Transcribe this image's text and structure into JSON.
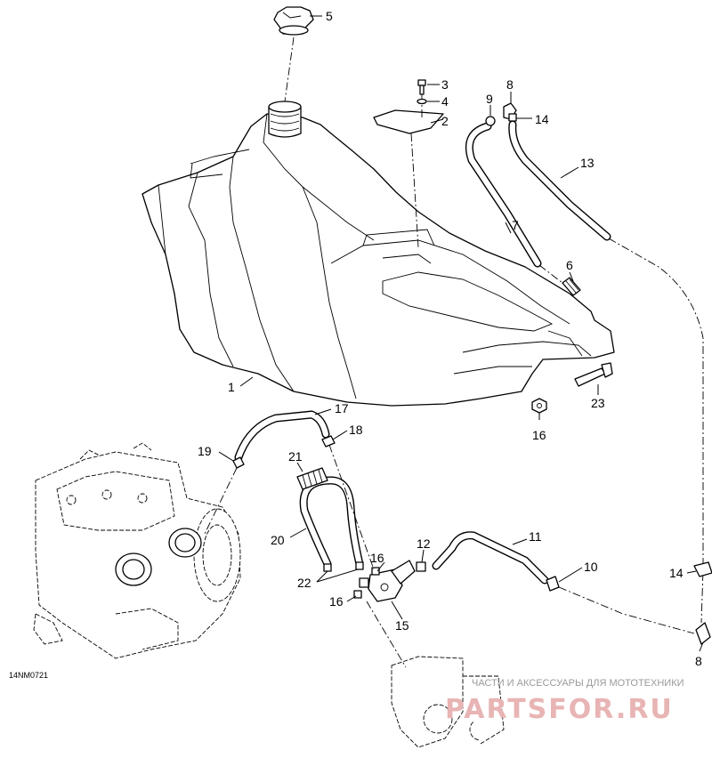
{
  "figure": {
    "ref_code": "14NM0721",
    "callouts": [
      {
        "id": "c1",
        "text": "1"
      },
      {
        "id": "c2",
        "text": "2"
      },
      {
        "id": "c3",
        "text": "3"
      },
      {
        "id": "c4",
        "text": "4"
      },
      {
        "id": "c5",
        "text": "5"
      },
      {
        "id": "c6",
        "text": "6"
      },
      {
        "id": "c7",
        "text": "7"
      },
      {
        "id": "c8a",
        "text": "8"
      },
      {
        "id": "c8b",
        "text": "8"
      },
      {
        "id": "c9",
        "text": "9"
      },
      {
        "id": "c10",
        "text": "10"
      },
      {
        "id": "c11",
        "text": "11"
      },
      {
        "id": "c12",
        "text": "12"
      },
      {
        "id": "c13",
        "text": "13"
      },
      {
        "id": "c14a",
        "text": "14"
      },
      {
        "id": "c14b",
        "text": "14"
      },
      {
        "id": "c15",
        "text": "15"
      },
      {
        "id": "c16a",
        "text": "16"
      },
      {
        "id": "c16b",
        "text": "16"
      },
      {
        "id": "c16c",
        "text": "16"
      },
      {
        "id": "c17",
        "text": "17"
      },
      {
        "id": "c18",
        "text": "18"
      },
      {
        "id": "c19",
        "text": "19"
      },
      {
        "id": "c20",
        "text": "20"
      },
      {
        "id": "c21",
        "text": "21"
      },
      {
        "id": "c22",
        "text": "22"
      },
      {
        "id": "c23",
        "text": "23"
      }
    ]
  },
  "watermark": {
    "text": "ЧАСТИ И АКСЕССУАРЫ ДЛЯ МОТОТЕХНИКИ",
    "logo": "PARTSFOR.RU",
    "color": "#e8b4b4"
  }
}
